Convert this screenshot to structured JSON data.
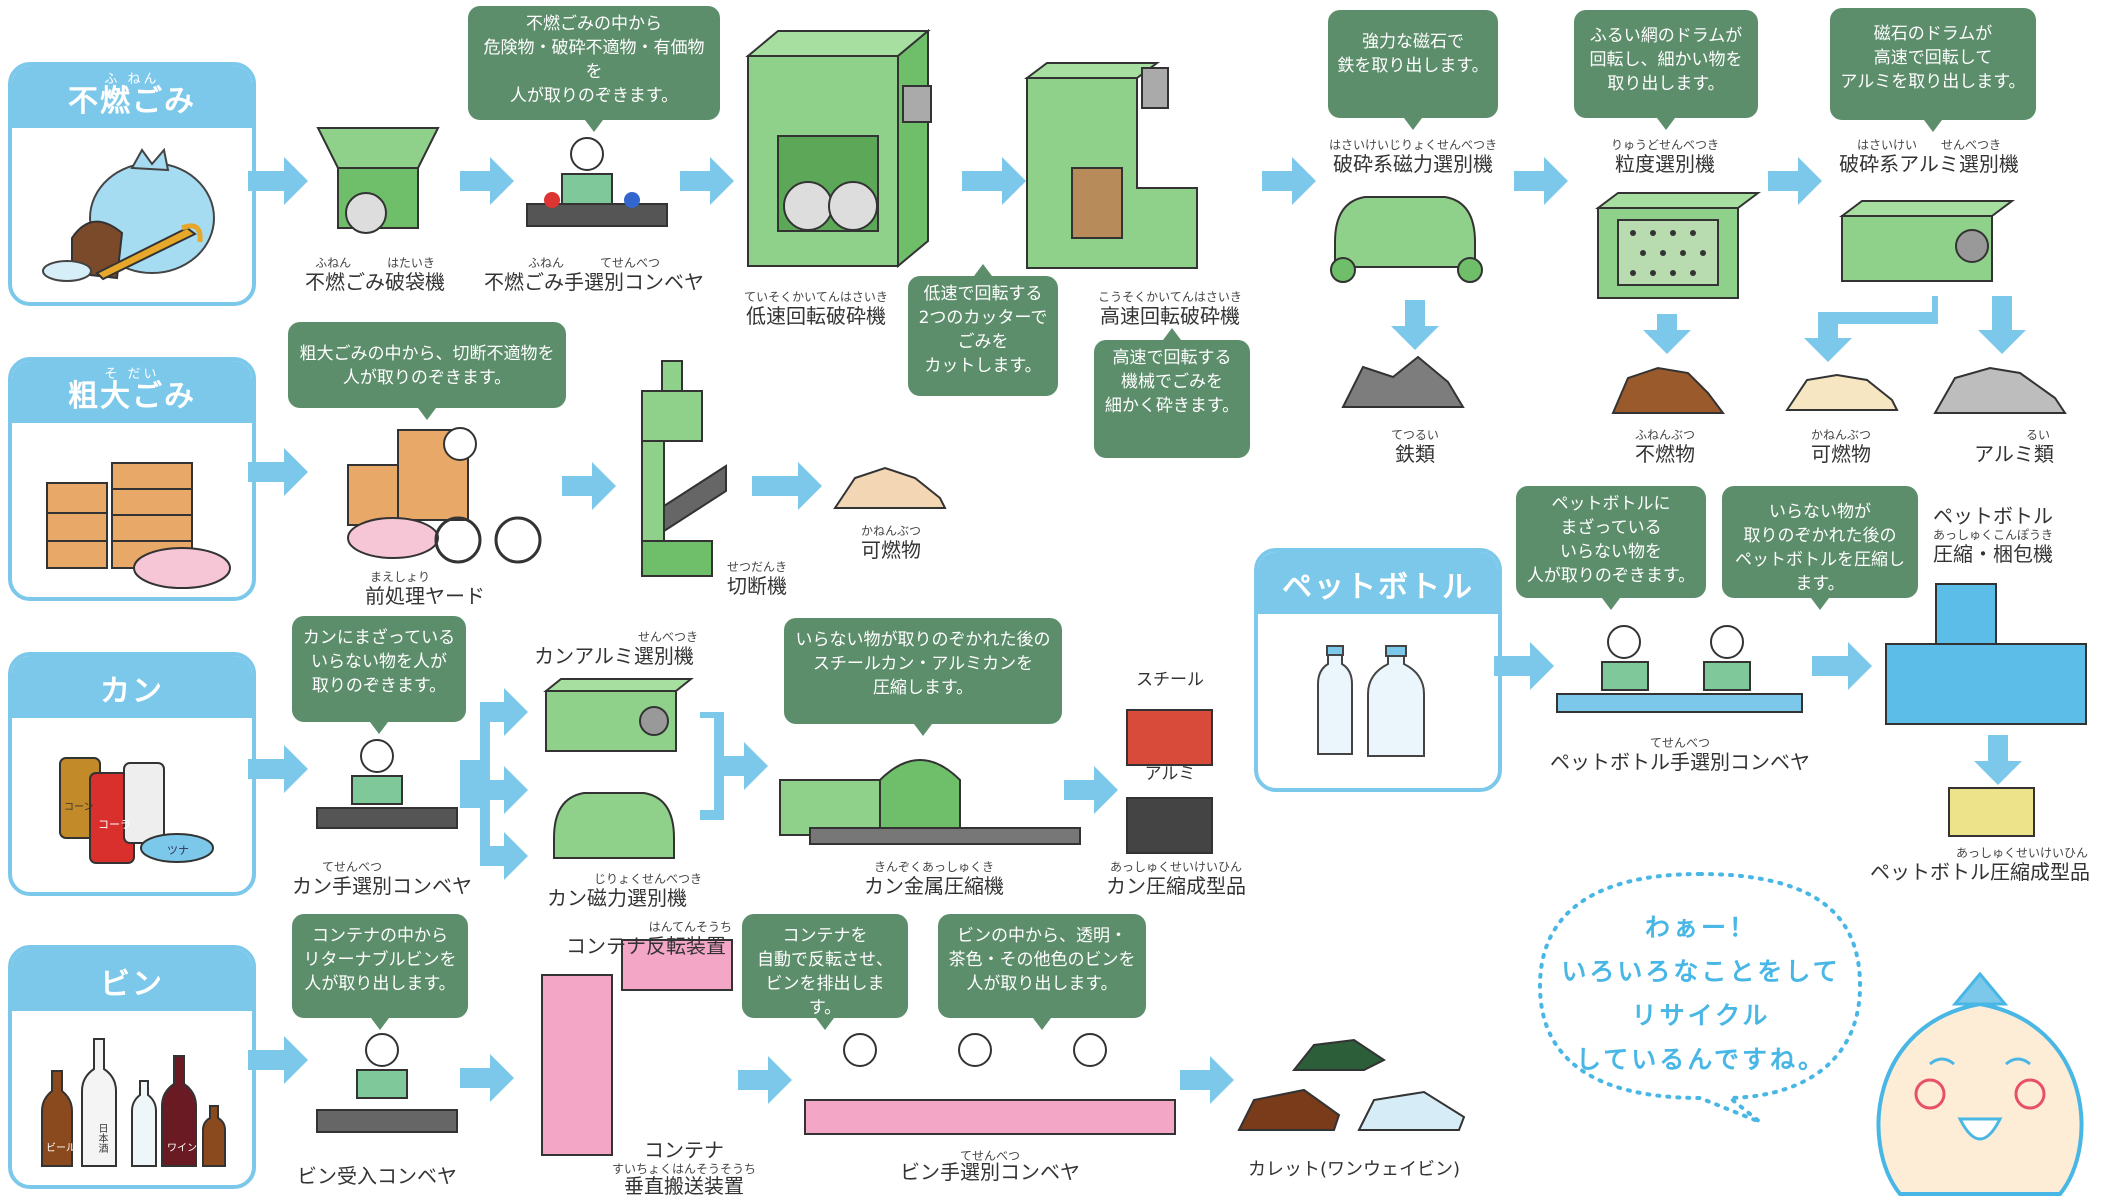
{
  "categories": {
    "funen": {
      "ruby": "ふ ねん",
      "title": "不燃ごみ"
    },
    "sodai": {
      "ruby": "そ だい",
      "title": "粗大ごみ"
    },
    "kan": {
      "title": "カン"
    },
    "bin": {
      "title": "ビン"
    },
    "pet": {
      "title": "ペットボトル"
    }
  },
  "bubbles": {
    "b1": [
      "不燃ごみの中から",
      "危険物・破砕不適物・有価物を",
      "人が取りのぞきます。"
    ],
    "b2": [
      "低速で回転する",
      "2つのカッターで",
      "ごみを",
      "カットします。"
    ],
    "b3": [
      "高速で回転する",
      "機械でごみを",
      "細かく砕きます。"
    ],
    "b4": [
      "強力な磁石で",
      "鉄を取り出します。"
    ],
    "b5": [
      "ふるい網のドラムが",
      "回転し、細かい物を",
      "取り出します。"
    ],
    "b6": [
      "磁石のドラムが",
      "高速で回転して",
      "アルミを取り出します。"
    ],
    "b7": [
      "粗大ごみの中から、切断不適物を",
      "人が取りのぞきます。"
    ],
    "b8": [
      "カンにまざっている",
      "いらない物を人が",
      "取りのぞきます。"
    ],
    "b9": [
      "いらない物が取りのぞかれた後の",
      "スチールカン・アルミカンを",
      "圧縮します。"
    ],
    "b10": [
      "ペットボトルに",
      "まざっている",
      "いらない物を",
      "人が取りのぞきます。"
    ],
    "b11": [
      "いらない物が",
      "取りのぞかれた後の",
      "ペットボトルを圧縮します。"
    ],
    "b12": [
      "コンテナの中から",
      "リターナブルビンを",
      "人が取り出します。"
    ],
    "b13": [
      "コンテナを",
      "自動で反転させ、",
      "ビンを排出します。"
    ],
    "b14": [
      "ビンの中から、透明・",
      "茶色・その他色のビンを",
      "人が取り出します。"
    ]
  },
  "labels": {
    "l1": {
      "ruby": "ふねん　　　はたいき",
      "name": "不燃ごみ破袋機"
    },
    "l2": {
      "ruby": "ふねん　　　てせんべつ",
      "name": "不燃ごみ手選別コンベヤ"
    },
    "l3": {
      "ruby": "ていそくかいてんはさいき",
      "name": "低速回転破砕機"
    },
    "l4": {
      "ruby": "こうそくかいてんはさいき",
      "name": "高速回転破砕機"
    },
    "l5": {
      "ruby": "はさいけいじりょくせんべつき",
      "name": "破砕系磁力選別機"
    },
    "l6": {
      "ruby": "りゅうどせんべつき",
      "name": "粒度選別機"
    },
    "l7": {
      "ruby": "はさいけい　　せんべつき",
      "name": "破砕系アルミ選別機"
    },
    "l8": {
      "ruby": "てつるい",
      "name": "鉄類"
    },
    "l9": {
      "ruby": "ふねんぶつ",
      "name": "不燃物"
    },
    "l10": {
      "ruby": "かねんぶつ",
      "name": "可燃物"
    },
    "l11": {
      "ruby": "るい",
      "name": "アルミ類"
    },
    "l12": {
      "ruby": "まえしょり",
      "name": "前処理ヤード"
    },
    "l13": {
      "ruby": "せつだんき",
      "name": "切断機"
    },
    "l14": {
      "ruby": "かねんぶつ",
      "name": "可燃物"
    },
    "l15": {
      "ruby": "せんべつき",
      "name": "カンアルミ選別機"
    },
    "l16": {
      "ruby": "じりょくせんべつき",
      "name": "カン磁力選別機"
    },
    "l17": {
      "ruby": "てせんべつ",
      "name": "カン手選別コンベヤ"
    },
    "l18": {
      "ruby": "きんぞくあっしゅくき",
      "name": "カン金属圧縮機"
    },
    "l19": {
      "ruby": "",
      "name": "スチール"
    },
    "l20": {
      "ruby": "",
      "name": "アルミ"
    },
    "l21": {
      "ruby": "あっしゅくせいけいひん",
      "name": "カン圧縮成型品"
    },
    "l22": {
      "ruby": "",
      "name": "ペットボトル"
    },
    "l22b": {
      "ruby": "あっしゅくこんぽうき",
      "name": "圧縮・梱包機"
    },
    "l23": {
      "ruby": "てせんべつ",
      "name": "ペットボトル手選別コンベヤ"
    },
    "l24": {
      "ruby": "あっしゅくせいけいひん",
      "name": "ペットボトル圧縮成型品"
    },
    "l25": {
      "ruby": "",
      "name": "ビン受入コンベヤ"
    },
    "l26": {
      "ruby": "はんてんそうち",
      "name": "コンテナ反転装置"
    },
    "l27": {
      "ruby": "すいちょくはんそうそうち",
      "name": "コンテナ",
      "name2": "垂直搬送装置"
    },
    "l28": {
      "ruby": "てせんべつ",
      "name": "ビン手選別コンベヤ"
    },
    "l29": {
      "ruby": "",
      "name": "カレット(ワンウェイビン)"
    }
  },
  "can_labels": {
    "cola": "コーラ",
    "tuna": "ツナ",
    "corn": "コーン"
  },
  "bottle_labels": {
    "beer": "ビール",
    "sake": "日本酒",
    "wine": "ワイン"
  },
  "mascot": [
    "わぁー！",
    "いろいろなことをして",
    "リサイクル",
    "しているんですね。"
  ],
  "colors": {
    "blue": "#7cc8ea",
    "green": "#8fd18a",
    "bubble": "#5d8e6b",
    "pink": "#f4a6c6"
  }
}
